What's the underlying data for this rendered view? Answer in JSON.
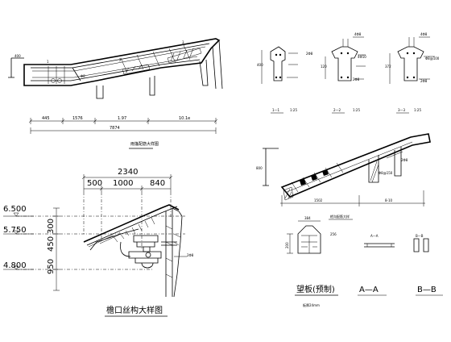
{
  "top_detail": {
    "dims": [
      "445",
      "1576",
      "1.97",
      "10.1e"
    ],
    "total": "7874",
    "caption": "雨篷配筋大样图",
    "level": "400"
  },
  "sections": {
    "labels": [
      "1—1",
      "2—2",
      "3—3"
    ],
    "scales": [
      "1:25",
      "1:25",
      "1:25"
    ],
    "bars": [
      "4Φ8",
      "2Φ8",
      "4Φ10",
      "2Φ8",
      "Φ8@100",
      "2Φ8"
    ]
  },
  "right_detail": {
    "level": "800",
    "dims": [
      "1502",
      "8-10"
    ],
    "caption": "檐沟配筋大样"
  },
  "eave": {
    "total_dim": "2340",
    "sub_dims": [
      "500",
      "1000",
      "840"
    ],
    "elevations": [
      "6.500",
      "5.750",
      "4.800"
    ],
    "vert_dims": [
      "300",
      "450",
      "950"
    ],
    "note": "2Φ8",
    "caption": "檐口丝构大样图"
  },
  "panel": {
    "title": "望板(预制)",
    "note": "板厚24mm",
    "dims": [
      "384",
      "256"
    ],
    "section_labels": [
      "A—A",
      "B—B"
    ]
  }
}
